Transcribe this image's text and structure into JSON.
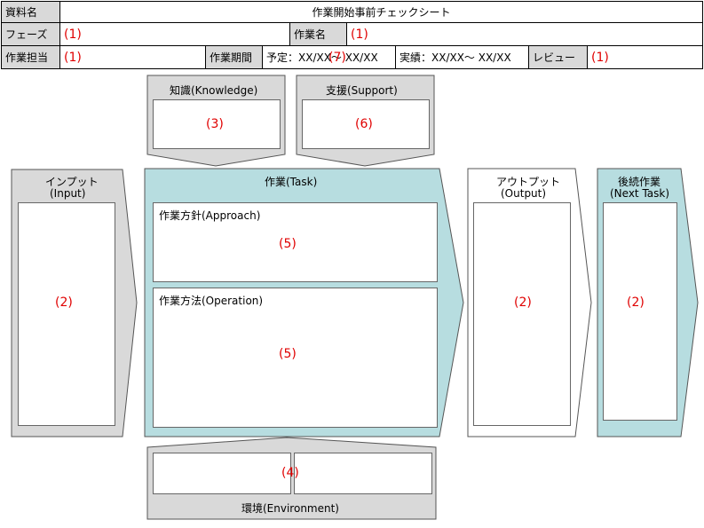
{
  "header": {
    "doc_label": "資料名",
    "sheet_title": "作業開始事前チェックシート",
    "phase_label": "フェーズ",
    "phase_value": "(1)",
    "task_name_label": "作業名",
    "task_name_value": "(1)",
    "owner_label": "作業担当",
    "owner_value": "(1)",
    "period_label": "作業期間",
    "planned": "予定：XX/XX〜 XX/XX",
    "period_marker": "(7)",
    "actual": "実績：XX/XX〜 XX/XX",
    "review_label": "レビュー",
    "review_value": "(1)"
  },
  "diagram": {
    "knowledge": {
      "title": "知識(Knowledge)",
      "marker": "(3)"
    },
    "support": {
      "title": "支援(Support)",
      "marker": "(6)"
    },
    "input": {
      "title_ja": "インプット",
      "title_en": "(Input)",
      "marker": "(2)"
    },
    "task": {
      "title": "作業(Task)",
      "approach_title": "作業方針(Approach)",
      "approach_marker": "(5)",
      "operation_title": "作業方法(Operation)",
      "operation_marker": "(5)"
    },
    "output": {
      "title_ja": "アウトプット",
      "title_en": "(Output)",
      "marker": "(2)"
    },
    "next_task": {
      "title_ja": "後続作業",
      "title_en": "(Next Task)",
      "marker": "(2)"
    },
    "environment": {
      "title": "環境(Environment)",
      "marker": "(4)"
    }
  },
  "colors": {
    "gray_fill": "#d9d9d9",
    "task_fill": "#b7dde0",
    "marker_red": "#e00000"
  }
}
